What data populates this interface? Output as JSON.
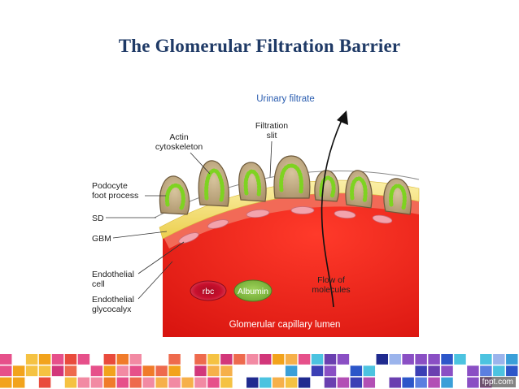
{
  "slide": {
    "title": "The Glomerular Filtration Barrier"
  },
  "diagram": {
    "labels": {
      "urinary_filtrate": "Urinary filtrate",
      "filtration_slit_1": "Filtration",
      "filtration_slit_2": "slit",
      "actin_1": "Actin",
      "actin_2": "cytoskeleton",
      "podocyte_1": "Podocyte",
      "podocyte_2": "foot process",
      "sd": "SD",
      "gbm": "GBM",
      "endothelial_cell_1": "Endothelial",
      "endothelial_cell_2": "cell",
      "glycocalyx_1": "Endothelial",
      "glycocalyx_2": "glycocalyx",
      "flow_1": "Flow of",
      "flow_2": "molecules",
      "rbc": "rbc",
      "albumin": "Albumin",
      "lumen": "Glomerular capillary lumen"
    },
    "colors": {
      "lumen": "#e8201c",
      "gbm": "#f7e27a",
      "podocyte_fill": "#c9b48c",
      "actin": "#7ed321",
      "rbc": "#c8102e",
      "albumin": "#8bc34a",
      "title": "#1f3a66"
    }
  },
  "footer": {
    "watermark": "fppt.com"
  }
}
